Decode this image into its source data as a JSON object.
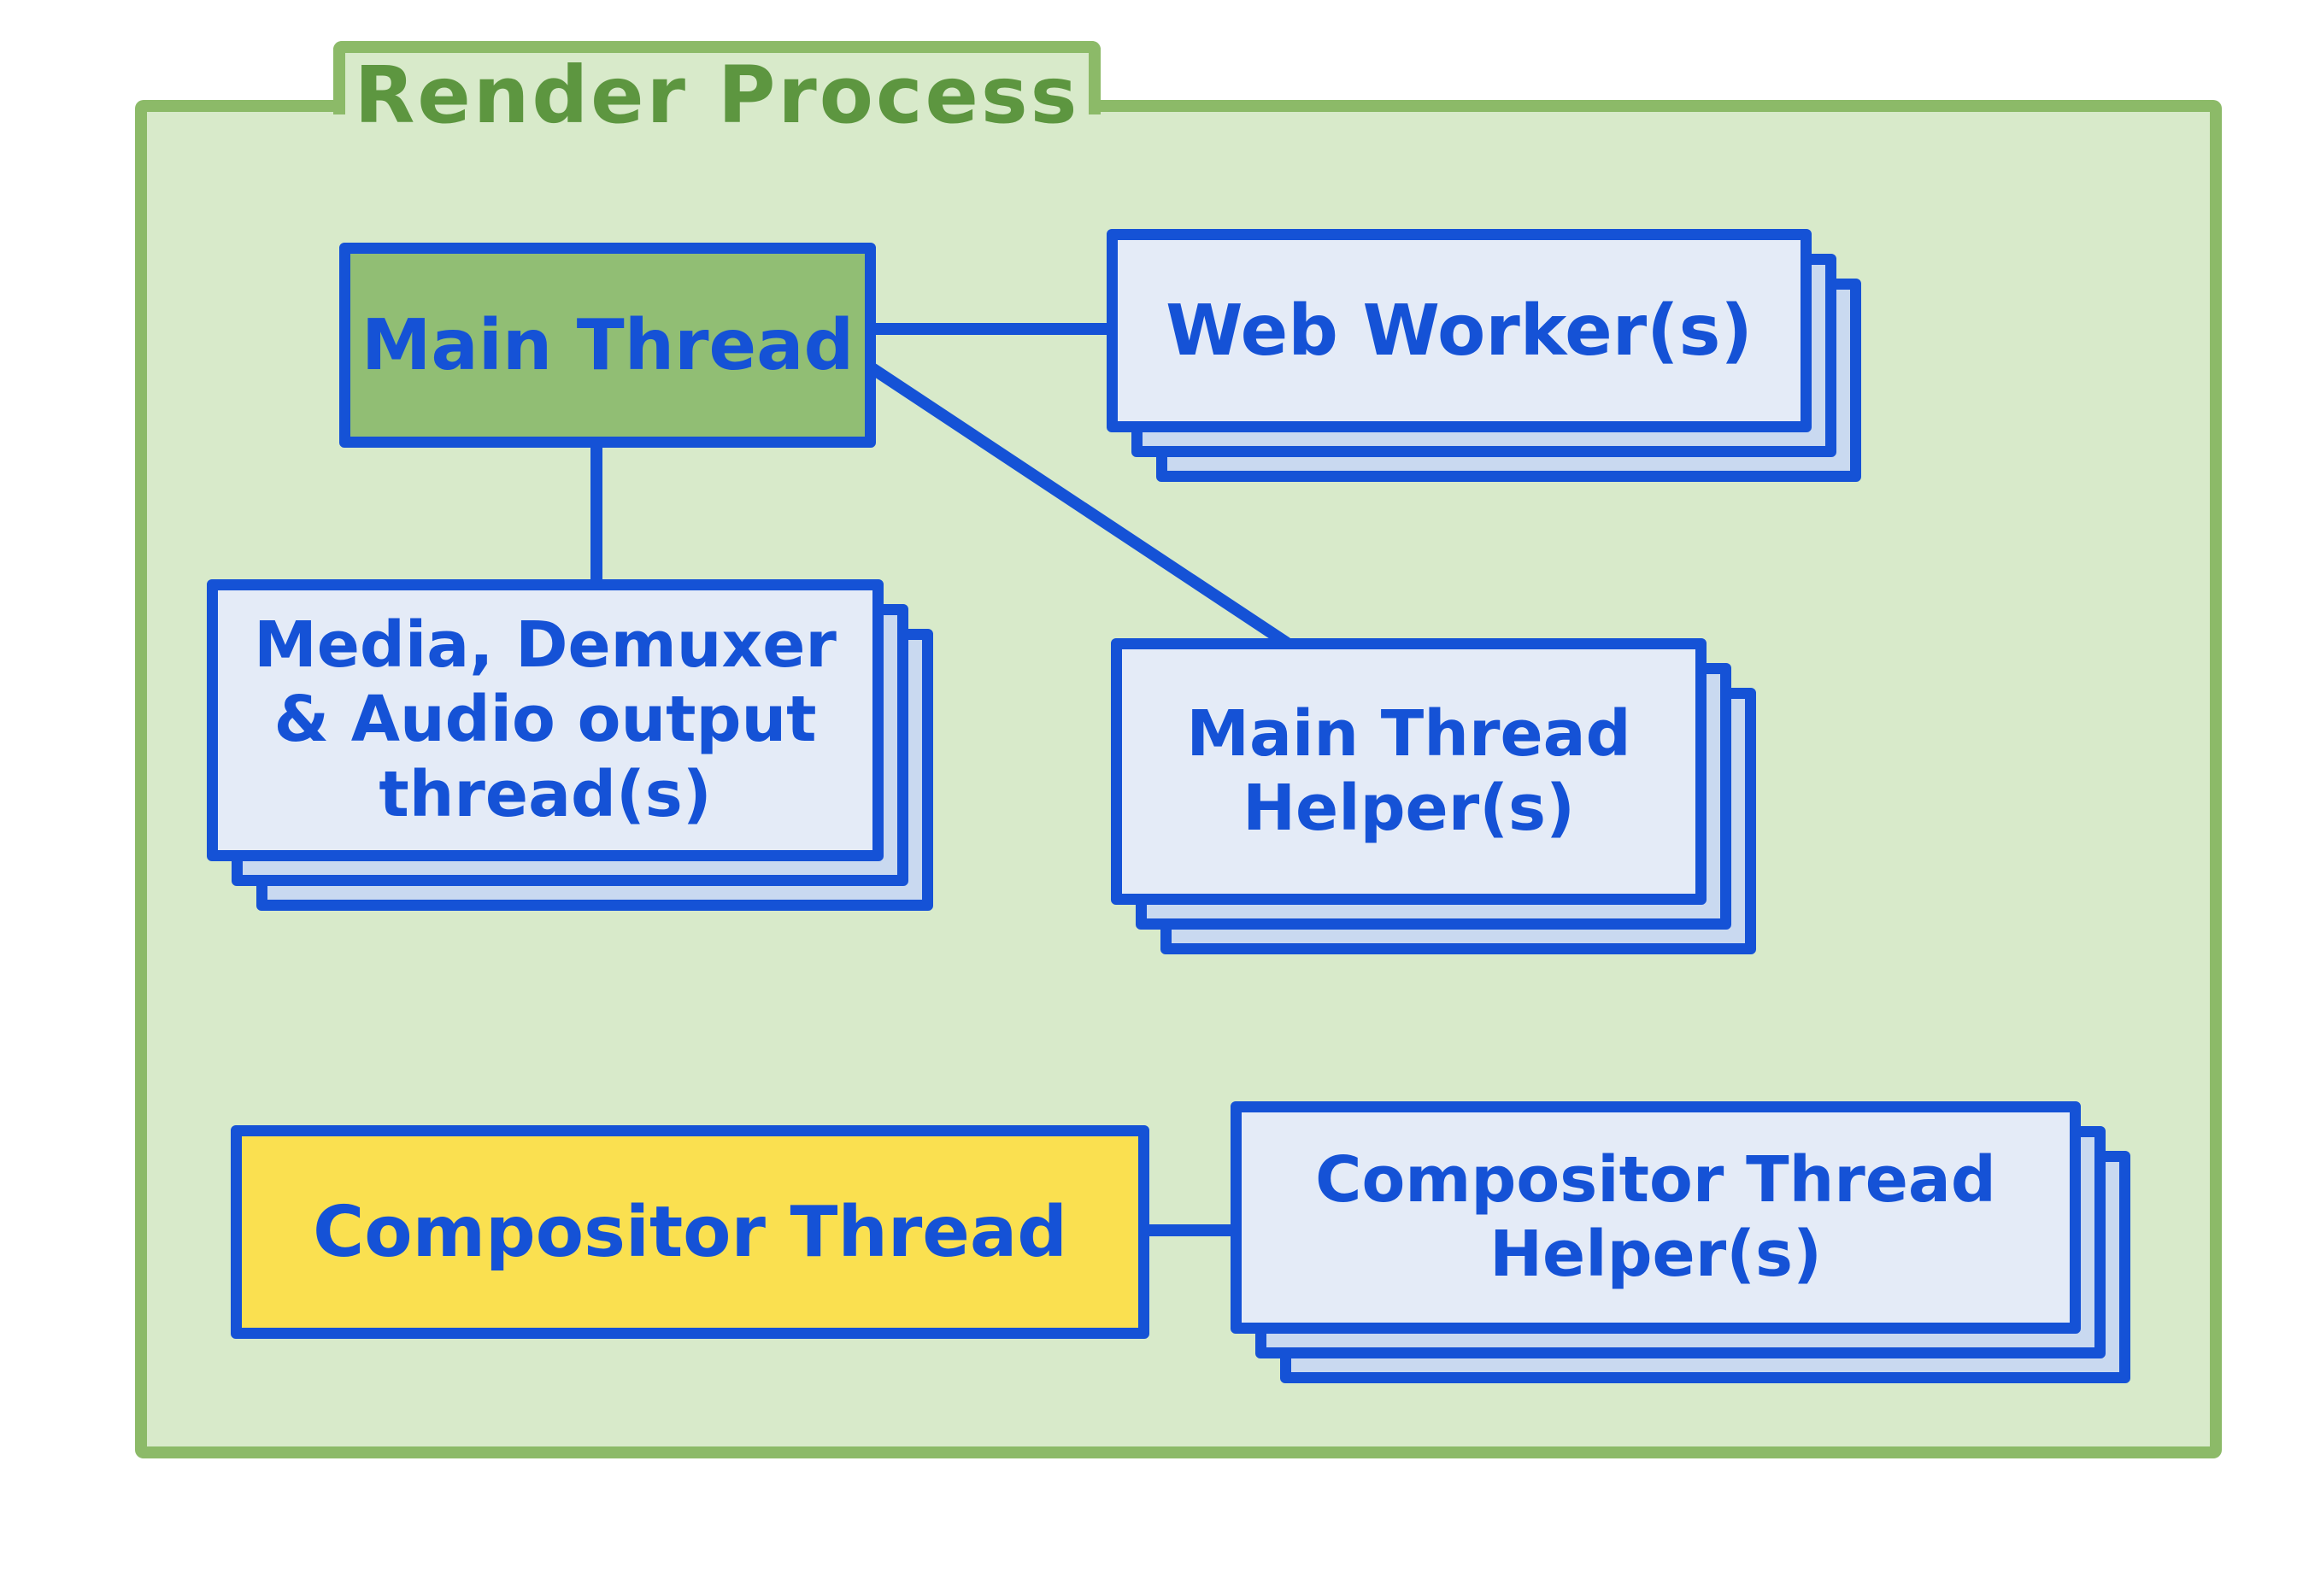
{
  "diagram": {
    "title": "Render Process",
    "nodes": {
      "main_thread": {
        "label": "Main Thread"
      },
      "web_workers": {
        "label": "Web Worker(s)"
      },
      "media": {
        "lines": [
          "Media, Demuxer",
          "& Audio output",
          "thread(s)"
        ]
      },
      "main_thread_helpers": {
        "lines": [
          "Main Thread",
          "Helper(s)"
        ]
      },
      "compositor_thread": {
        "label": "Compositor Thread"
      },
      "compositor_helpers": {
        "lines": [
          "Compositor Thread",
          "Helper(s)"
        ]
      }
    },
    "edges": [
      {
        "from": "Main Thread",
        "to": "Web Worker(s)"
      },
      {
        "from": "Main Thread",
        "to": "Media, Demuxer & Audio output thread(s)"
      },
      {
        "from": "Main Thread",
        "to": "Main Thread Helper(s)"
      },
      {
        "from": "Compositor Thread",
        "to": "Compositor Thread Helper(s)"
      }
    ],
    "colors": {
      "container_border": "#8CBA68",
      "container_fill": "#D8EACA",
      "title_green": "#5D9640",
      "line_blue": "#1552D6",
      "node_green": "#91BE74",
      "node_yellow": "#FAE050",
      "card_front": "#E4EBF7",
      "card_back": "#C9D9F0"
    }
  }
}
